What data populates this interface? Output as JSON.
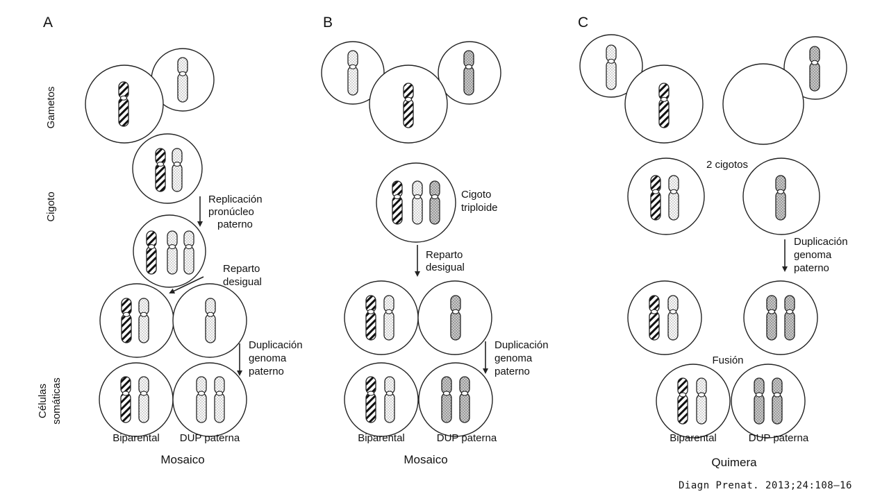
{
  "panels": {
    "a": {
      "letter": "A",
      "outcome": "Mosaico",
      "arrow1": [
        "Replicación",
        "pronúcleo",
        "paterno"
      ],
      "arrow2": [
        "Reparto",
        "desigual"
      ],
      "arrow3": [
        "Duplicación",
        "genoma",
        "paterno"
      ],
      "left_label": "Biparental",
      "right_label": "DUP paterna"
    },
    "b": {
      "letter": "B",
      "outcome": "Mosaico",
      "zygote": [
        "Cigoto",
        "triploide"
      ],
      "arrow1": [
        "Reparto",
        "desigual"
      ],
      "arrow2": [
        "Duplicación",
        "genoma",
        "paterno"
      ],
      "left_label": "Biparental",
      "right_label": "DUP paterna"
    },
    "c": {
      "letter": "C",
      "outcome": "Quimera",
      "zygotes": "2 cigotos",
      "arrow1": [
        "Duplicación",
        "genoma",
        "paterno"
      ],
      "fusion": "Fusión",
      "left_label": "Biparental",
      "right_label": "DUP paterna"
    }
  },
  "side_labels": {
    "gametes": "Gametos",
    "zygote": "Cigoto",
    "somatic": [
      "Células",
      "somáticas"
    ]
  },
  "citation": "Diagn Prenat. 2013;24:108–16",
  "legend": {
    "maternal_pattern": "striped",
    "paternal_pattern": "dotted",
    "second_paternal_pattern": "dotted-gray"
  }
}
